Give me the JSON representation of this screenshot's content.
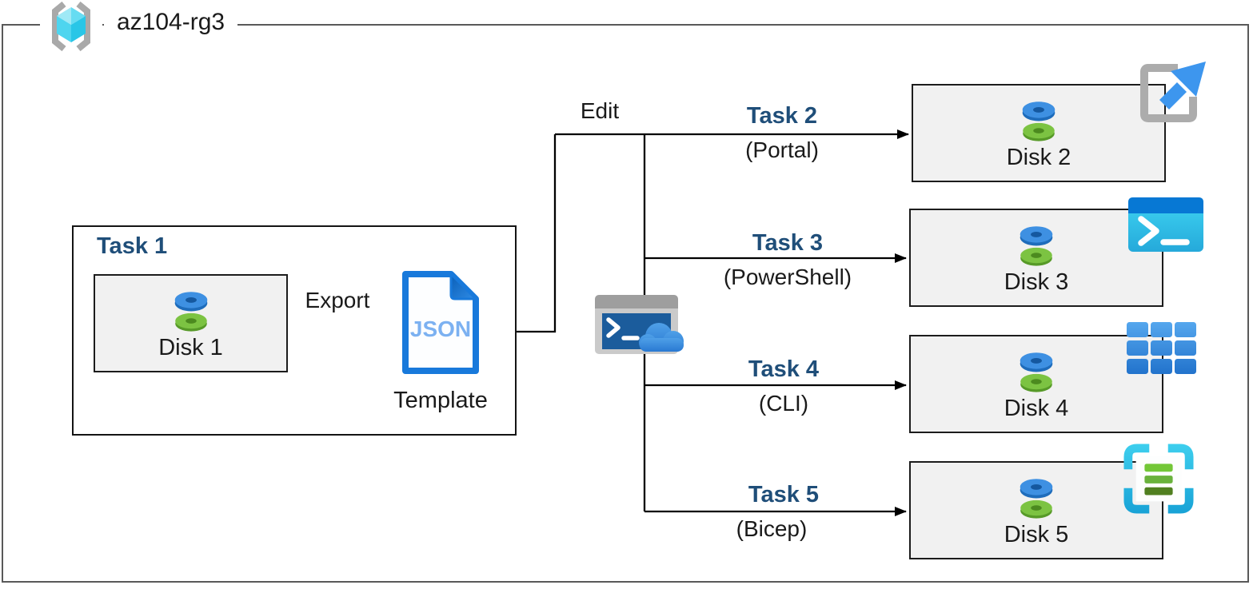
{
  "resource_group": {
    "name": "az104-rg3"
  },
  "task1": {
    "title": "Task 1",
    "disk_label": "Disk 1",
    "export_label": "Export",
    "json_label": "JSON",
    "template_label": "Template"
  },
  "edit_label": "Edit",
  "branches": [
    {
      "title": "Task 2",
      "method": "(Portal)",
      "disk_label": "Disk 2",
      "tool_icon": "azure-portal-icon"
    },
    {
      "title": "Task 3",
      "method": "(PowerShell)",
      "disk_label": "Disk 3",
      "tool_icon": "powershell-icon"
    },
    {
      "title": "Task 4",
      "method": "(CLI)",
      "disk_label": "Disk 4",
      "tool_icon": "cli-icon"
    },
    {
      "title": "Task 5",
      "method": "(Bicep)",
      "disk_label": "Disk 5",
      "tool_icon": "bicep-template-icon"
    }
  ],
  "icons": {
    "resource_group": "resource-group-icon",
    "disk": "managed-disk-icon",
    "json_document": "json-template-icon",
    "cloud_shell": "cloud-shell-icon"
  },
  "colors": {
    "task_title": "#1F4E79",
    "frame_border": "#595959",
    "box_border": "#1c1c1c",
    "disk_box_fill": "#F1F1F1",
    "disk_blue": "#3E90E2",
    "disk_green": "#7CC342",
    "json_blue": "#1879DB",
    "json_text_blue": "#7CB1F1",
    "portal_arrow_blue": "#3D96EE",
    "powershell_header": "#0778D4",
    "powershell_body": "#3FD5F3",
    "cli_blue": "#3585DC",
    "bicep_cyan": "#2BBCE6",
    "bicep_green": "#69B23C",
    "cloud_blue": "#3A8EDD",
    "line_black": "#000000"
  }
}
